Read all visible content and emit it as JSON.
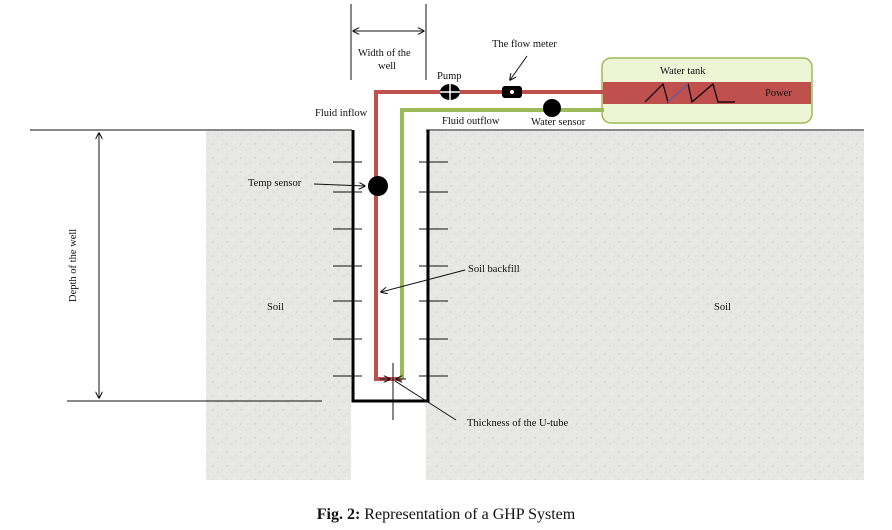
{
  "labels": {
    "width_of_well": "Width of the",
    "width_of_well_2": "well",
    "flow_meter": "The flow meter",
    "pump": "Pump",
    "water_tank": "Water tank",
    "power": "Power",
    "fluid_inflow": "Fluid inflow",
    "fluid_outflow": "Fluid outflow",
    "water_sensor": "Water sensor",
    "temp_sensor": "Temp sensor",
    "soil_backfill": "Soil backfill",
    "soil_left": "Soil",
    "soil_right": "Soil",
    "depth_of_well": "Depth of the well",
    "thickness_utube": "Thickness of the U-tube"
  },
  "caption": {
    "prefix": "Fig. 2:",
    "text": " Representation of a GHP System"
  },
  "colors": {
    "inflow_pipe": "#c0504d",
    "outflow_pipe": "#9bbb59",
    "tank_fill": "#eef5d6",
    "tank_border": "#9bbb59",
    "power_band": "#c0504d",
    "soil": "#e6e6e4",
    "well_outline": "#000000"
  }
}
